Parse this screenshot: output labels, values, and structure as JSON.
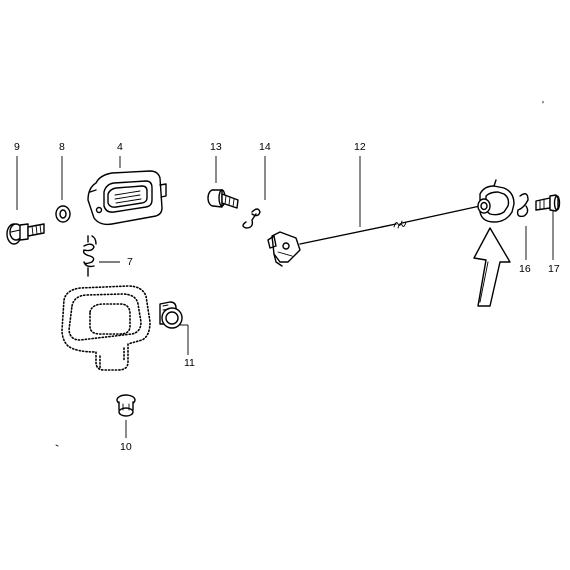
{
  "page_marker": "'",
  "callouts": {
    "c9": "9",
    "c8": "8",
    "c4": "4",
    "c7": "7",
    "c11": "11",
    "c10": "10",
    "c13": "13",
    "c14": "14",
    "c12": "12",
    "c16": "16",
    "c17": "17"
  }
}
